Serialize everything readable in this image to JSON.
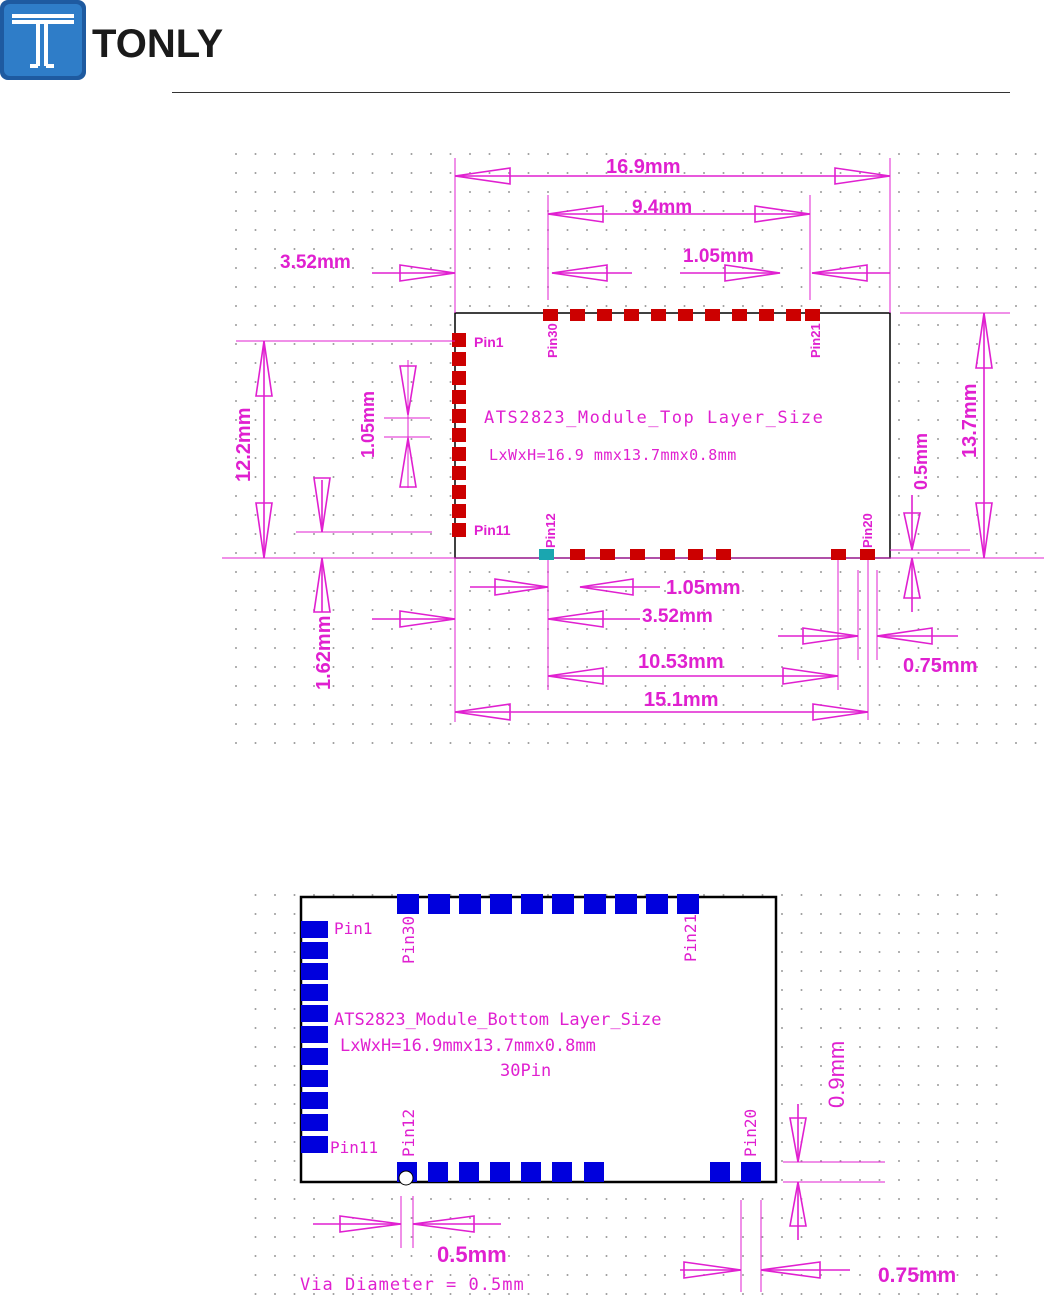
{
  "brand": {
    "name": "TONLY",
    "color": "#1e5aa0"
  },
  "colors": {
    "dimension": "#e020d0",
    "top_pad": "#cc0000",
    "bottom_pad": "#0000dd",
    "outline": "#000000"
  },
  "top_view": {
    "title": "ATS2823_Module_Top Layer_Size",
    "size_note": "LxWxH=16.9 mmx13.7mmx0.8mm",
    "pins": {
      "pin1": "Pin1",
      "pin11": "Pin11",
      "pin12": "Pin12",
      "pin20": "Pin20",
      "pin21": "Pin21",
      "pin30": "Pin30"
    },
    "dims": {
      "overall_width": "16.9mm",
      "top_pad_span": "9.4mm",
      "top_pitch": "1.05mm",
      "left_offset": "3.52mm",
      "left_span": "12.2mm",
      "left_pitch": "1.05mm",
      "overall_height": "13.7mm",
      "edge_gap": "0.5mm",
      "bottom_offset": "1.62mm",
      "bottom_pitch": "1.05mm",
      "bottom_left_offset": "3.52mm",
      "bottom_span": "10.53mm",
      "pad_width": "0.75mm",
      "bottom_overall": "15.1mm"
    }
  },
  "bottom_view": {
    "title": "ATS2823_Module_Bottom Layer_Size",
    "size_note": "LxWxH=16.9mmx13.7mmx0.8mm",
    "pin_count": "30Pin",
    "pins": {
      "pin1": "Pin1",
      "pin11": "Pin11",
      "pin12": "Pin12",
      "pin20": "Pin20",
      "pin21": "Pin21",
      "pin30": "Pin30"
    },
    "dims": {
      "pad_height": "0.9mm",
      "via_gap": "0.5mm",
      "pad_width": "0.75mm"
    },
    "via_note": "Via Diameter = 0.5mm"
  }
}
